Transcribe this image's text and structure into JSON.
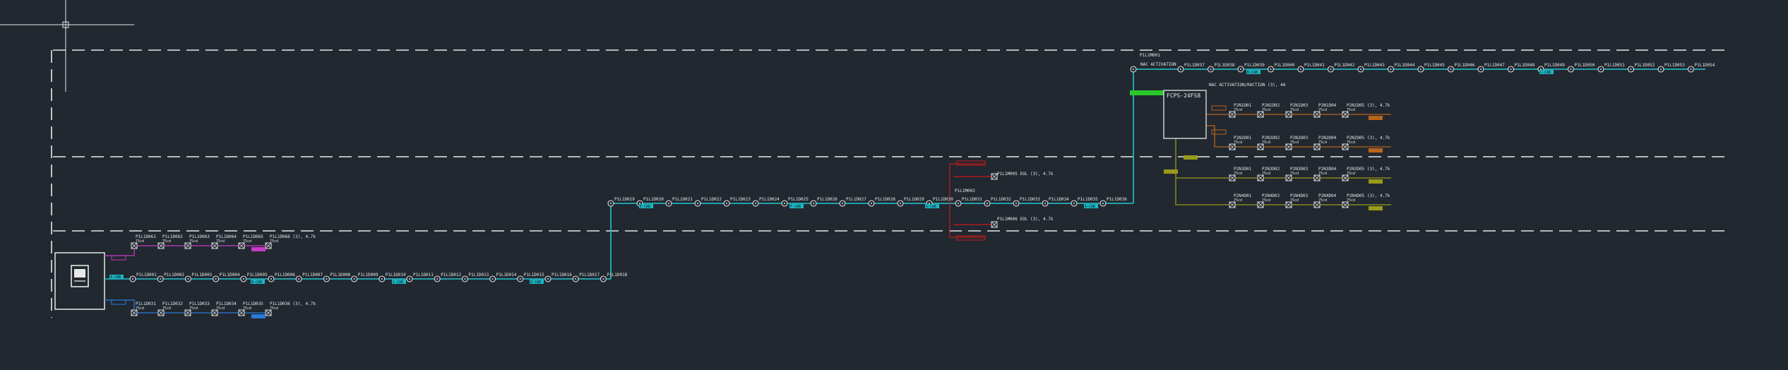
{
  "colors": {
    "background": "#212830",
    "loop": "#22c6d0",
    "magenta": "#c838c8",
    "blue": "#2a7ad8",
    "orange": "#b8651a",
    "olive": "#9a9a1a",
    "red": "#c81a1a",
    "green": "#2ac82a",
    "tag_cyan": "#1ab8c8",
    "dash": "#e8e8e8",
    "device": "#e0e0e0"
  },
  "panel": {
    "name": "FCPS-24FS8",
    "module_label": "NAC ACTIVATION/RACTION (3), 4A",
    "note": "NAC ACTIVATION"
  },
  "branch_top": {
    "labels": [
      "P1L1D061",
      "P1L1D062",
      "P1L1D063",
      "P1L1D064",
      "P1L1D065",
      "P1L1D066 (3), 4.7k"
    ],
    "sub": "75cd"
  },
  "branch_bottom": {
    "labels": [
      "P1L1D031",
      "P1L1D032",
      "P1L1D033",
      "P1L1D034",
      "P1L1D035",
      "P1L1D036 (3), 4.7k"
    ],
    "sub": "75cd"
  },
  "loop_main": {
    "labels": [
      "P1L1D001",
      "P1L1D002",
      "P1L1D003",
      "P1L1D004",
      "P1L1D005",
      "P1L1D006",
      "P1L1D007",
      "P1L1D008",
      "P1L1D009",
      "P1L1D010",
      "P1L1D011",
      "P1L1D012",
      "P1L1D013",
      "P1L1D014",
      "P1L1D015",
      "P1L1D016",
      "P1L1D017",
      "P1L1D018"
    ]
  },
  "loop_mid": {
    "labels": [
      "P1L1D019",
      "P1L1D020",
      "P1L1D021",
      "P1L1D022",
      "P1L1D023",
      "P1L1D024",
      "P1L1D025",
      "P1L1D026",
      "P1L1D027",
      "P1L1D028",
      "P1L1D029",
      "P1L1D030",
      "P1L1D031",
      "P1L1D032",
      "P1L1D033",
      "P1L1D034",
      "P1L1D035",
      "P1L1D036"
    ]
  },
  "loop_top": {
    "labels": [
      "P1L1D037",
      "P1L1D038",
      "P1L1D039",
      "P1L1D040",
      "P1L1D041",
      "P1L1D042",
      "P1L1D043",
      "P1L1D044",
      "P1L1D045",
      "P1L1D046",
      "P1L1D047",
      "P1L1D048",
      "P1L1D049",
      "P1L1D050",
      "P1L1D051",
      "P1L1D052",
      "P1L1D053",
      "P1L1D054"
    ],
    "first_label": "P1L1D037",
    "head_label": "P1L1M001"
  },
  "mid_branch": {
    "relay_label": "P1L1M002",
    "upper_device": "P1L1M005 EOL (3), 4.7k",
    "lower_device": "P1L1M006 EOL (3), 4.7k"
  },
  "nac_rows": [
    {
      "labels": [
        "P2N1D01",
        "P2N1D02",
        "P2N1D03",
        "P2N1D04",
        "P2N1D05 (3), 4.7k"
      ],
      "sub": "75cd"
    },
    {
      "labels": [
        "P2N2D01",
        "P2N2D02",
        "P2N2D03",
        "P2N2D04",
        "P2N2D05 (3), 4.7k"
      ],
      "sub": "75cd"
    },
    {
      "labels": [
        "P2N3D01",
        "P2N3D02",
        "P2N3D03",
        "P2N3D04",
        "P2N3D05 (3), 4.7k"
      ],
      "sub": "75cd"
    },
    {
      "labels": [
        "P2N4D01",
        "P2N4D02",
        "P2N4D03",
        "P2N4D04",
        "P2N4D05 (3), 4.7k"
      ],
      "sub": "75cd"
    }
  ],
  "cable_tags": [
    "A-CAB",
    "B-CAB",
    "C-CAB",
    "D-CAB",
    "E-CAB",
    "F-CAB",
    "G-CAB"
  ]
}
